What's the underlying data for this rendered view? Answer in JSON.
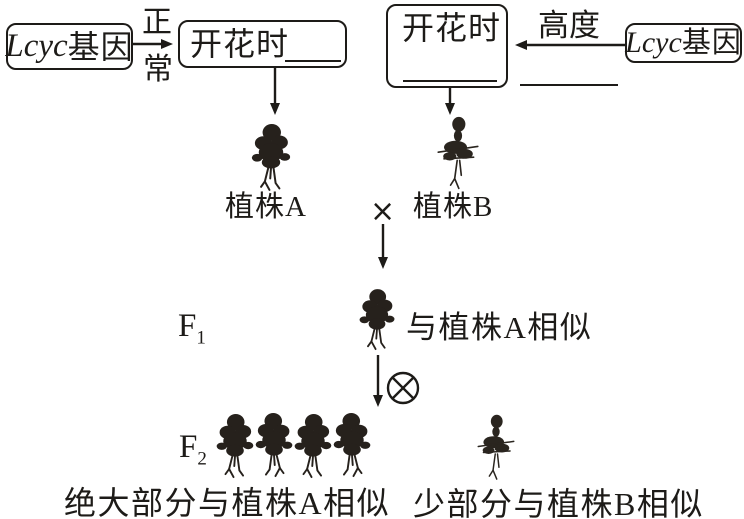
{
  "colors": {
    "ink": "#1d1b18",
    "background": "#ffffff"
  },
  "left_pathway": {
    "gene_box": {
      "italic": "Lcyc",
      "text": "基因"
    },
    "arrow_label_top": "正",
    "arrow_label_bottom": "常",
    "flowering_box": {
      "text": "开花时"
    }
  },
  "right_pathway": {
    "flowering_box": {
      "text": "开花时"
    },
    "arrow_label": "高度",
    "gene_box": {
      "italic": "Lcyc",
      "text": "基因"
    }
  },
  "cross_row": {
    "plant_a_label": "植株A",
    "cross_symbol": "×",
    "plant_b_label": "植株B"
  },
  "f1_row": {
    "label": "F",
    "subscript": "1",
    "caption": "与植株A相似"
  },
  "icons": {
    "self_pollination": "circled-times-self-cross",
    "plant_a_type": "bushy-dark-plant",
    "plant_b_type": "sparse-tall-plant"
  },
  "f2_row": {
    "label": "F",
    "subscript": "2",
    "caption_left": "绝大部分与植株A相似",
    "caption_right": "少部分与植株B相似"
  }
}
